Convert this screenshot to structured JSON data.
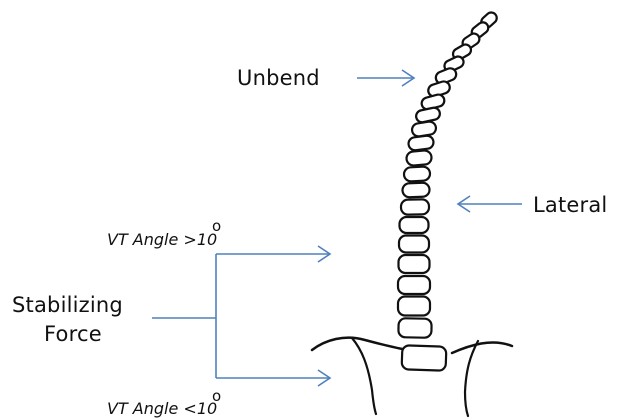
{
  "labels": {
    "unbend": "Unbend",
    "lateral": "Lateral",
    "stabilizing_line1": "Stabilizing",
    "stabilizing_line2": "Force",
    "vt_angle_upper": "VT Angle >10",
    "vt_angle_lower": "VT Angle <10",
    "degree_symbol": "o"
  },
  "colors": {
    "arrow": "#4f81bd",
    "outline": "#111111",
    "text": "#111111"
  }
}
